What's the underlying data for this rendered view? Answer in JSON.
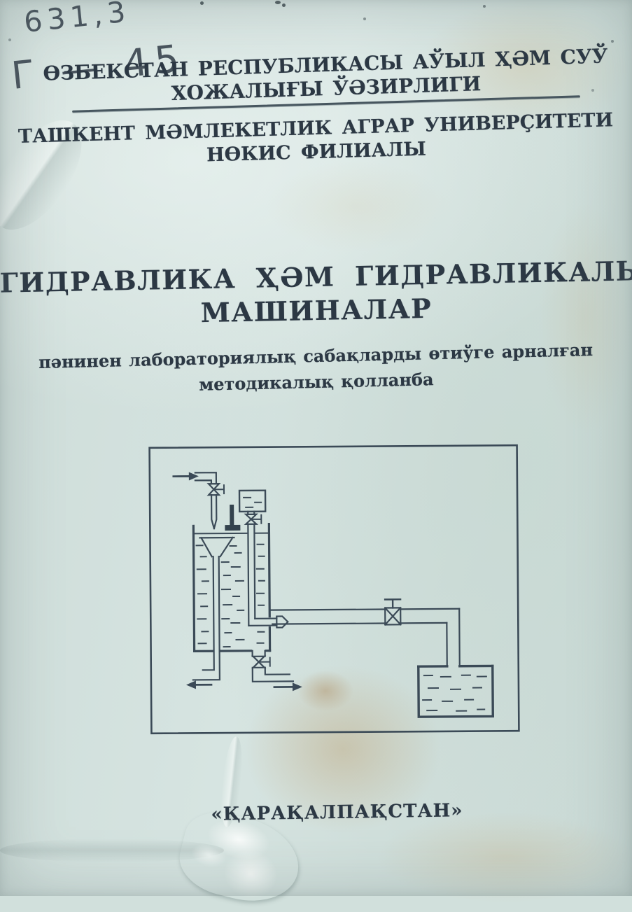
{
  "page": {
    "call_number": {
      "line1": "631,3",
      "line2": "Г — 45"
    },
    "ministry": {
      "line1": "ӨЗБЕКСТАН РЕСПУБЛИКАСЫ АЎЫЛ ҲӘМ СУЎ",
      "line2": "ХОЖАЛЫҒЫ ЎӘЗИРЛИГИ"
    },
    "university": {
      "line1": "ТАШКЕНТ МӘМЛЕКЕТЛИК АГРАР УНИВЕРҪИТЕТИ",
      "line2": "НӨКИС ФИЛИАЛЫ"
    },
    "title": {
      "line1": "ГИДРАВЛИКА  ҲӘМ  ГИДРАВЛИКАЛЫҚ",
      "line2": "МАШИНАЛАР"
    },
    "subtitle": {
      "line1": "пәнинен лабораториялық сабақларды өтиўге арналған",
      "line2": "методикалық қолланба"
    },
    "publisher": "«ҚАРАҚАЛПАҚСТАН»"
  },
  "figure": {
    "description": "Schematic of a hydraulic laboratory rig: supply pipe with valve feeding a funnel inside a constant-head tank, header box with valve on a standpipe ending in a nozzle, horizontal discharge pipe with gate valve leading down into a receiving reservoir, and a drain pipe with valve under the tank",
    "elements": [
      "supply-inlet-arrow",
      "inlet-valve",
      "funnel",
      "constant-head-tank",
      "header-box",
      "header-box-valve",
      "support-symbol",
      "standpipe",
      "nozzle",
      "discharge-pipe",
      "pipe-gate-valve",
      "receiving-reservoir",
      "drain-valve",
      "drain-outlet-arrow",
      "left-outlet-arrow"
    ]
  },
  "colors": {
    "paper": "#d1e0dc",
    "ink": "#2c3844",
    "diagram_line": "#3b4a57",
    "stain": "#c2a371"
  }
}
